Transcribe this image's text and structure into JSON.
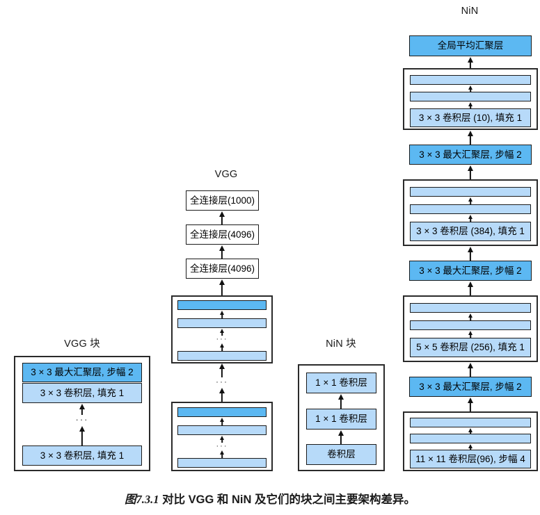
{
  "figure": {
    "caption_number": "图7.3.1",
    "caption_text": "对比 VGG 和 NiN 及它们的块之间主要架构差异。"
  },
  "colors": {
    "pool_blue": "#5cb8f2",
    "conv_blue": "#b7daf9",
    "box_white": "#ffffff",
    "outline": "#1b1b1b",
    "background": "#ffffff"
  },
  "ellipsis": "···",
  "columns": {
    "vgg_block": {
      "title": "VGG 块",
      "nodes": [
        {
          "label": "3 × 3 最大汇聚层, 步幅 2",
          "style": "pool"
        },
        {
          "label": "3 × 3 卷积层, 填充 1",
          "style": "conv"
        },
        {
          "label": "3 × 3 卷积层, 填充 1",
          "style": "conv"
        }
      ]
    },
    "vgg": {
      "title": "VGG",
      "nodes": [
        {
          "label": "全连接层(1000)",
          "style": "plain"
        },
        {
          "label": "全连接层(4096)",
          "style": "plain"
        },
        {
          "label": "全连接层(4096)",
          "style": "plain"
        }
      ],
      "blocks": [
        {
          "name": "vgg-block-upper",
          "bars": [
            "pool",
            "conv",
            "conv"
          ]
        },
        {
          "name": "vgg-block-lower",
          "bars": [
            "pool",
            "conv",
            "conv"
          ]
        }
      ]
    },
    "nin_block": {
      "title": "NiN 块",
      "nodes": [
        {
          "label": "1 × 1 卷积层",
          "style": "conv"
        },
        {
          "label": "1 × 1 卷积层",
          "style": "conv"
        },
        {
          "label": "卷积层",
          "style": "conv"
        }
      ]
    },
    "nin": {
      "title": "NiN",
      "top_node": {
        "label": "全局平均汇聚层",
        "style": "pool"
      },
      "stages": [
        {
          "name": "nin-stage-4",
          "bars": [
            "conv",
            "conv"
          ],
          "labeled": "3 × 3 卷积层 (10), 填充 1"
        },
        {
          "name": "nin-pool-3",
          "pool": "3 × 3 最大汇聚层, 步幅 2"
        },
        {
          "name": "nin-stage-3",
          "bars": [
            "conv",
            "conv"
          ],
          "labeled": "3 × 3 卷积层 (384), 填充 1"
        },
        {
          "name": "nin-pool-2",
          "pool": "3 × 3 最大汇聚层, 步幅 2"
        },
        {
          "name": "nin-stage-2",
          "bars": [
            "conv",
            "conv"
          ],
          "labeled": "5 × 5 卷积层 (256), 填充 1"
        },
        {
          "name": "nin-pool-1",
          "pool": "3 × 3 最大汇聚层, 步幅 2"
        },
        {
          "name": "nin-stage-1",
          "bars": [
            "conv",
            "conv"
          ],
          "labeled": "11 × 11 卷积层(96), 步幅 4"
        }
      ]
    }
  }
}
